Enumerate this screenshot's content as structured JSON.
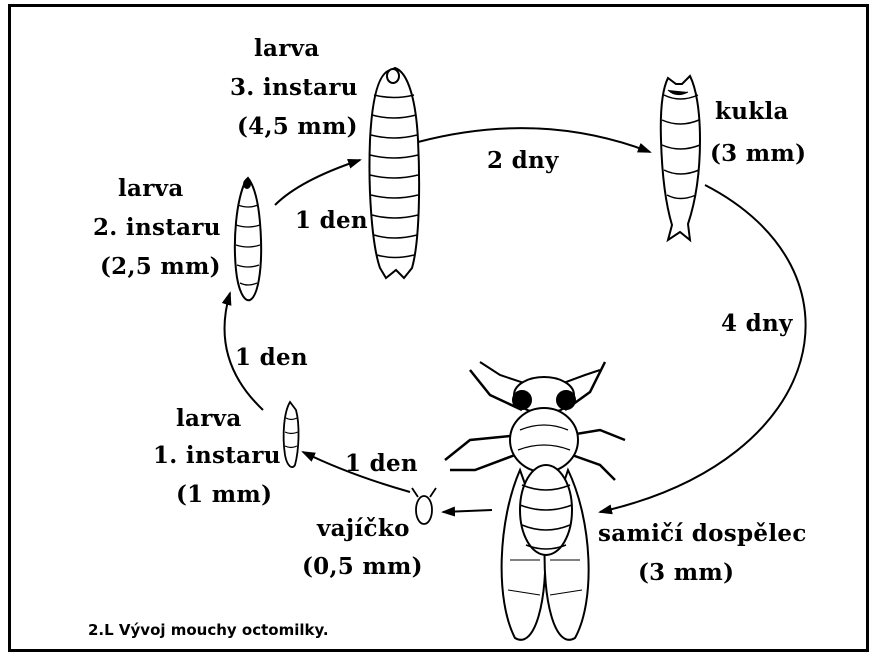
{
  "stages": {
    "larva3": {
      "line1": "larva",
      "line2": "3. instaru",
      "line3": "(4,5 mm)"
    },
    "pupa": {
      "line1": "kukla",
      "line2": "(3 mm)"
    },
    "larva2": {
      "line1": "larva",
      "line2": "2. instaru",
      "line3": "(2,5 mm)"
    },
    "larva1": {
      "line1": "larva",
      "line2": "1. instaru",
      "line3": "(1 mm)"
    },
    "egg": {
      "line1": "vajíčko",
      "line2": "(0,5 mm)"
    },
    "adult": {
      "line1": "samičí dospělec",
      "line2": "(3 mm)"
    }
  },
  "durations": {
    "l3_to_pupa": "2 dny",
    "l2_to_l3": "1 den",
    "pupa_to_adult": "4 dny",
    "l1_to_l2": "1 den",
    "egg_to_l1": "1 den"
  },
  "caption": "2.L Vývoj mouchy octomilky.",
  "colors": {
    "ink": "#000000",
    "background": "#ffffff"
  }
}
